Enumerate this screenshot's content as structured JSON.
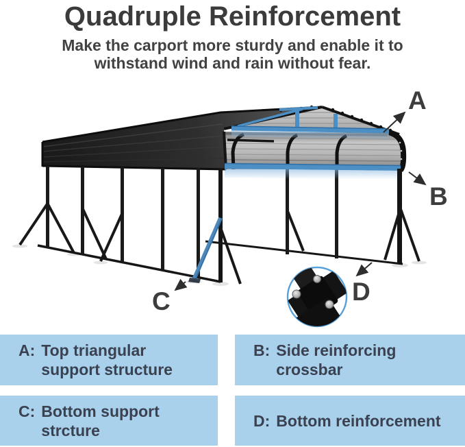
{
  "header": {
    "title": "Quadruple Reinforcement",
    "subtitle": [
      "Make the carport more sturdy and enable it to",
      "withstand wind and rain without fear."
    ]
  },
  "diagram": {
    "labels": [
      {
        "letter": "A",
        "points_to": "top triangular support structure under gable"
      },
      {
        "letter": "B",
        "points_to": "side reinforcing crossbar at eave"
      },
      {
        "letter": "C",
        "points_to": "blue bottom support diagonal brace"
      },
      {
        "letter": "D",
        "points_to": "bottom reinforcement ground rail / bracket inset"
      }
    ]
  },
  "legend": {
    "items": [
      {
        "tag": "A:",
        "text": "Top triangular support structure"
      },
      {
        "tag": "B:",
        "text": "Side reinforcing crossbar"
      },
      {
        "tag": "C:",
        "text": "Bottom support strcture"
      },
      {
        "tag": "D:",
        "text": "Bottom reinforcement"
      }
    ]
  },
  "colors": {
    "accent_blue": "#4c8fc4",
    "accent_blue_glow": "#a9cce8",
    "legend_bg": "#a9d1ec",
    "legend_text": "#3a4150",
    "title_text": "#3b3b3b",
    "frame_black": "#161616"
  }
}
